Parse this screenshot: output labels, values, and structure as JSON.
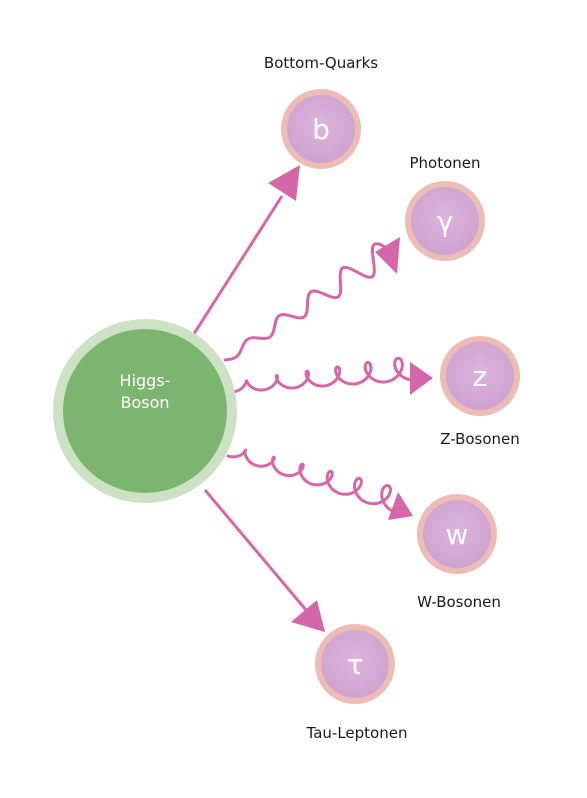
{
  "colors": {
    "arrow": "#d567a9",
    "higgs_fill": "#7cb56f",
    "higgs_ring": "#cde2c4",
    "particle_fill": "#d8aed8",
    "particle_ring": "#eebcb6"
  },
  "higgs": {
    "line1": "Higgs-",
    "line2": "Boson"
  },
  "particles": [
    {
      "symbol": "b",
      "label": "Bottom-Quarks"
    },
    {
      "symbol": "γ",
      "label": "Photonen"
    },
    {
      "symbol": "z",
      "label": "Z-Bosonen"
    },
    {
      "symbol": "w",
      "label": "W-Bosonen"
    },
    {
      "symbol": "τ",
      "label": "Tau-Leptonen"
    }
  ]
}
